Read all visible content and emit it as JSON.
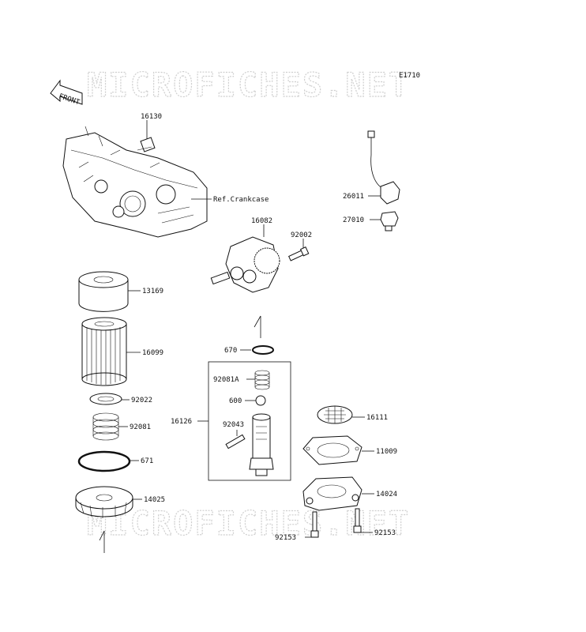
{
  "diagram_code": "E1710",
  "front_label": "FRONT",
  "watermark_text": "MICROFICHES.NET",
  "ref_label": "Ref.Crankcase",
  "parts": {
    "p16130": "16130",
    "p16082": "16082",
    "p92002": "92002",
    "p26011": "26011",
    "p27010": "27010",
    "p13169": "13169",
    "p16099": "16099",
    "p92022": "92022",
    "p92081": "92081",
    "p671": "671",
    "p14025": "14025",
    "p670": "670",
    "p92081A": "92081A",
    "p600": "600",
    "p16126": "16126",
    "p92043": "92043",
    "p16111": "16111",
    "p11009": "11009",
    "p14024": "14024",
    "p92153a": "92153",
    "p92153b": "92153"
  }
}
